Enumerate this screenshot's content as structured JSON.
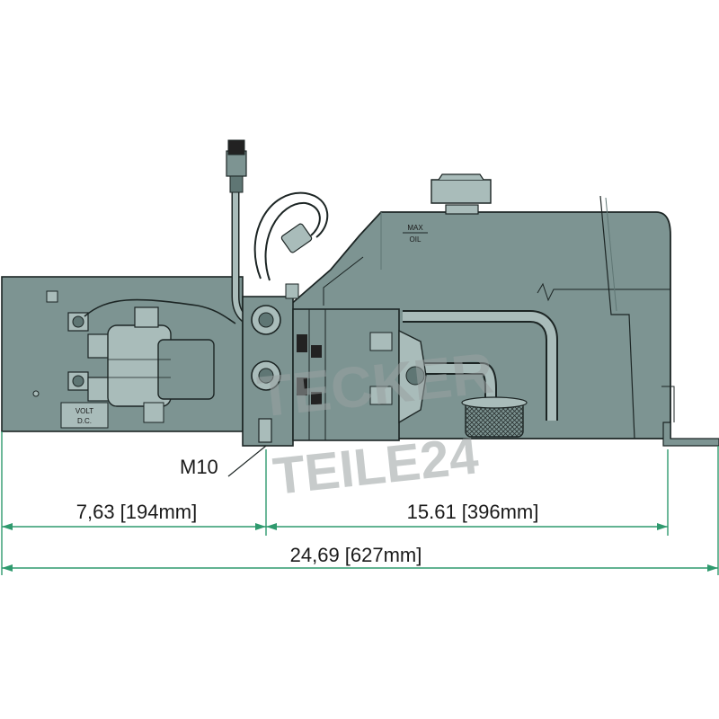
{
  "labels": {
    "bolt": "M10",
    "tank_marking_top": "MAX",
    "tank_marking_bottom": "OIL",
    "plate_line1": "VOLT",
    "plate_line2": "D.C."
  },
  "dimensions": {
    "left": "7,63 [194mm]",
    "right": "15.61 [396mm]",
    "total": "24,69 [627mm]"
  },
  "watermark": {
    "line1": "TECKER",
    "line2": "TEILE24"
  },
  "colors": {
    "body": "#7d9492",
    "body_dark": "#5f7674",
    "body_light": "#a9bcba",
    "outline": "#1c2524",
    "dimension_line": "#2f9a6e",
    "watermark": "#9aa2a2"
  }
}
